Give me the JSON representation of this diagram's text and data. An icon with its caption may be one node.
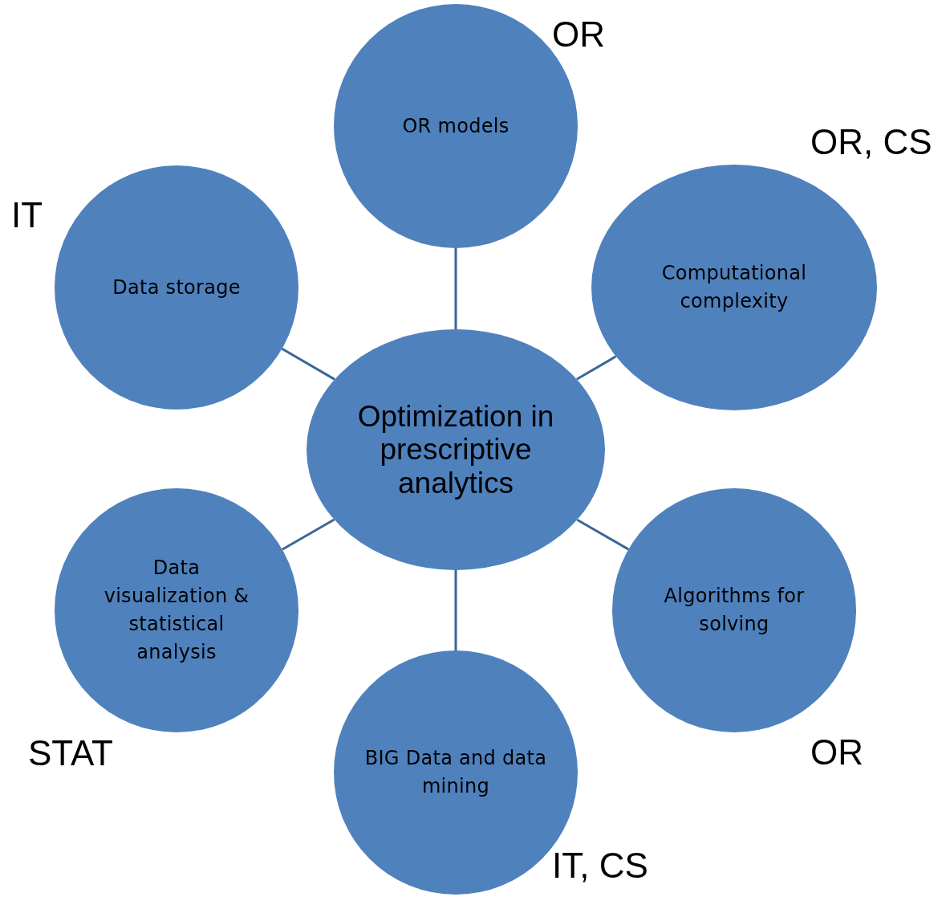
{
  "diagram": {
    "nodes": [
      {
        "text": [
          "OR models"
        ],
        "beside": [
          "OR"
        ]
      },
      {
        "text": [
          "Data storage"
        ],
        "beside": [
          "IT"
        ]
      },
      {
        "text": [
          "Computational complexity"
        ],
        "beside": [
          "OR, CS"
        ]
      },
      {
        "text": [
          "Optimization in prescriptive analytics"
        ]
      },
      {
        "text": [
          "Data visualization & statistical analysis"
        ],
        "beside": [
          "STAT"
        ]
      },
      {
        "text": [
          "Algorithms for solving"
        ],
        "beside": [
          "OR"
        ]
      },
      {
        "text": [
          "BIG Data and data mining"
        ],
        "beside": [
          "IT, CS"
        ]
      }
    ],
    "edges": [
      {
        "from": 3,
        "to": 0,
        "arrow": "none"
      },
      {
        "from": 3,
        "to": 1,
        "arrow": "none"
      },
      {
        "from": 3,
        "to": 2,
        "arrow": "none"
      },
      {
        "from": 3,
        "to": 4,
        "arrow": "none"
      },
      {
        "from": 3,
        "to": 5,
        "arrow": "none"
      },
      {
        "from": 3,
        "to": 6,
        "arrow": "none"
      }
    ]
  }
}
